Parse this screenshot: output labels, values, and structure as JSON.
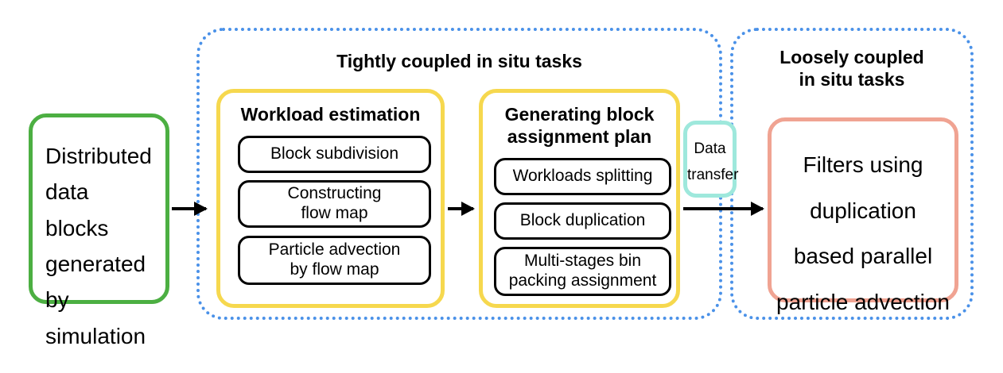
{
  "diagram": {
    "regions": [
      {
        "id": "tightly-coupled",
        "title": "Tightly coupled in situ tasks",
        "border_color": "#4a91e8"
      },
      {
        "id": "loosely-coupled",
        "title": "Loosely coupled\nin situ tasks",
        "border_color": "#4a91e8"
      }
    ],
    "source_box": {
      "label": "Distributed\ndata blocks\ngenerated by\nsimulation",
      "border_color": "#4caf42"
    },
    "groups": [
      {
        "id": "workload-estimation",
        "heading": "Workload estimation",
        "border_color": "#f6d84e",
        "steps": [
          {
            "label": "Block subdivision"
          },
          {
            "label": "Constructing\nflow map"
          },
          {
            "label": "Particle advection\nby flow map"
          }
        ]
      },
      {
        "id": "block-assignment-plan",
        "heading": "Generating block\nassignment plan",
        "border_color": "#f6d84e",
        "steps": [
          {
            "label": "Workloads splitting"
          },
          {
            "label": "Block duplication"
          },
          {
            "label": "Multi-stages bin\npacking assignment"
          }
        ]
      }
    ],
    "transfer_box": {
      "label": "Data\ntransfer",
      "border_color": "#9ee8dc"
    },
    "result_box": {
      "label": "Filters using\nduplication\nbased parallel\nparticle advection",
      "border_color": "#f0a392"
    },
    "arrows": [
      {
        "id": "arrow-source-to-workload"
      },
      {
        "id": "arrow-workload-to-assignment"
      },
      {
        "id": "arrow-assignment-to-result"
      }
    ]
  }
}
